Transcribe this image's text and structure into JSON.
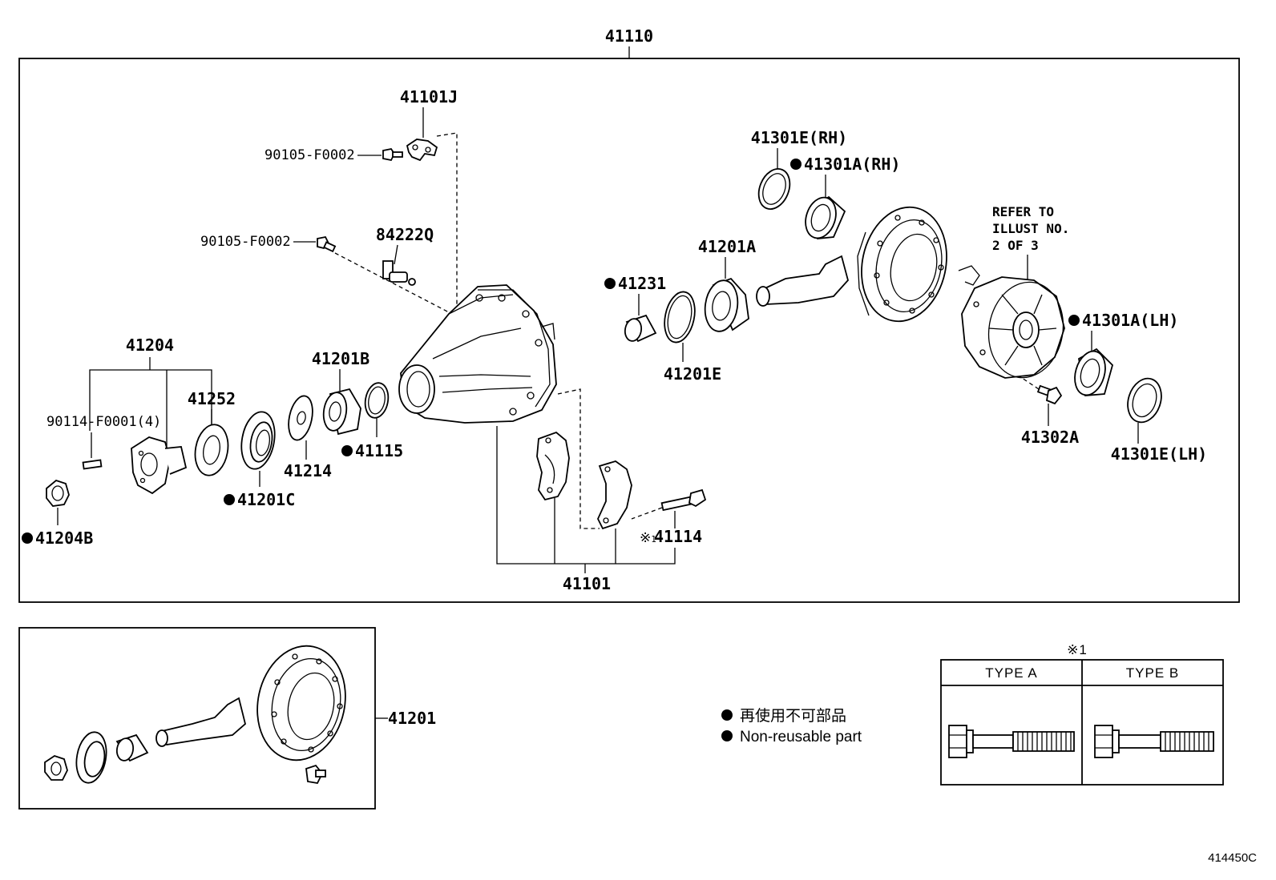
{
  "labels": {
    "assembly": "41110",
    "sensor_41101j": "41101J",
    "bolt_top": "90105-F0002",
    "bolt_mid": "90105-F0002",
    "sensor_84222q": "84222Q",
    "flange_41204": "41204",
    "stud": "90114-F0001(4)",
    "nut": "41204B",
    "deflector": "41252",
    "oil_seal": "41201C",
    "washer": "41214",
    "bearing_41201b": "41201B",
    "ring_41115": "41115",
    "spacer": "41231",
    "shim_41201e": "41201E",
    "bearing_41201a": "41201A",
    "shim_rh": "41301E(RH)",
    "bearing_rh": "41301A(RH)",
    "bearing_lh": "41301A(LH)",
    "shim_lh": "41301E(LH)",
    "bolt_41302a": "41302A",
    "bolt_41114": "41114",
    "carrier": "41101",
    "gear_kit": "41201"
  },
  "marks": {
    "asterisk": "※",
    "asterisk_sub": "1",
    "asterisk_title": "※1"
  },
  "refer_note": [
    "REFER TO",
    "ILLUST NO.",
    "2 OF 3"
  ],
  "legend": {
    "jp": "再使用不可部品",
    "en": "Non-reusable part"
  },
  "type_table": {
    "type_a": "TYPE A",
    "type_b": "TYPE B"
  },
  "illustration_code": "414450C"
}
